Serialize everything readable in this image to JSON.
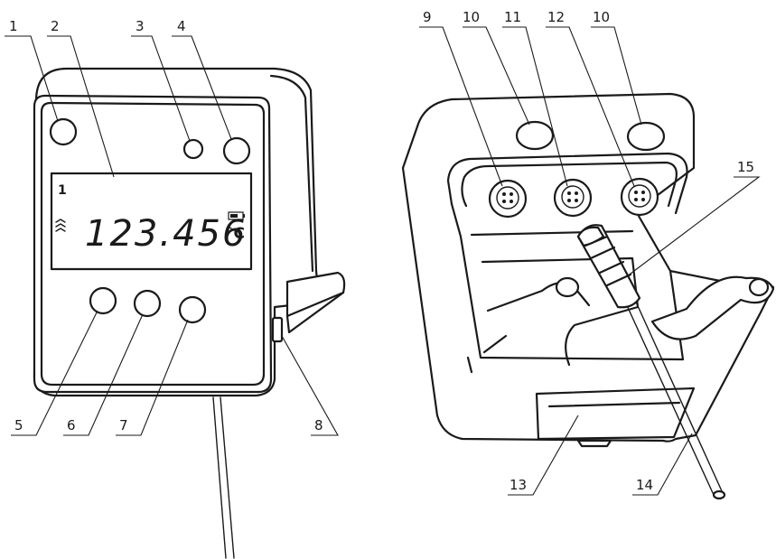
{
  "display": {
    "channel": "1",
    "value": "123.456",
    "unit": "°C"
  },
  "callouts": [
    "1",
    "2",
    "3",
    "4",
    "5",
    "6",
    "7",
    "8",
    "9",
    "10",
    "11",
    "12",
    "10",
    "15",
    "13",
    "14"
  ]
}
